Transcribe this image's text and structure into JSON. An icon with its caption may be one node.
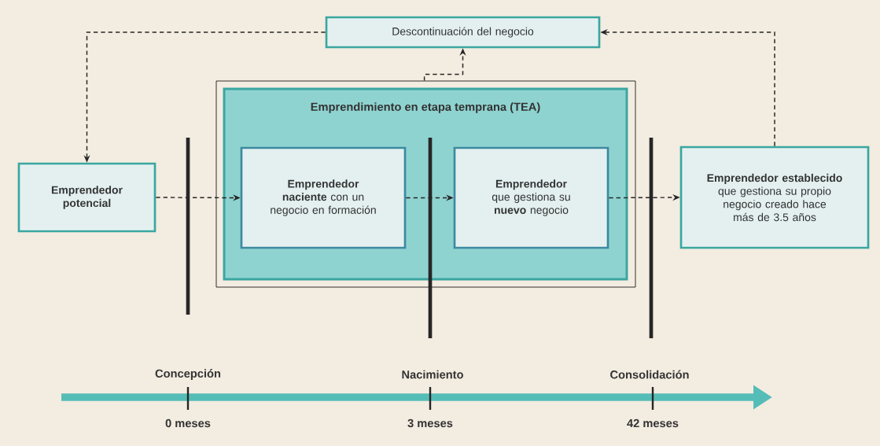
{
  "diagram": {
    "nodes": [
      {
        "text": [
          "Descontinuación del negocio"
        ]
      },
      {
        "text": [],
        "shape": "box"
      },
      {
        "text": [
          "Emprendimiento en etapa temprana (TEA)"
        ],
        "in": 1
      },
      {
        "text": [
          "Emprendedor potencial"
        ]
      },
      {
        "text": [
          "**Emprendedor naciente** con un negocio en formación"
        ],
        "in": 2
      },
      {
        "text": [
          "**Emprendedor** que gestiona su **nuevo** negocio"
        ],
        "in": 2
      },
      {
        "text": [
          "**Emprendedor establecido** que gestiona su propio negocio creado hace más de 3.5 años"
        ]
      }
    ],
    "edges": [
      {
        "from": 0,
        "to": 3,
        "arrow": "to"
      },
      {
        "from": 1,
        "to": 0,
        "arrow": "to"
      },
      {
        "from": 3,
        "to": 4,
        "arrow": "to"
      },
      {
        "from": 4,
        "to": 5,
        "arrow": "to"
      },
      {
        "from": 5,
        "to": 6,
        "arrow": "to"
      },
      {
        "from": 6,
        "to": 0,
        "arrow": "to"
      }
    ],
    "labels": [
      "Concepción",
      "Nacimiento",
      "Consolidación",
      "0 meses",
      "3 meses",
      "42 meses"
    ]
  }
}
